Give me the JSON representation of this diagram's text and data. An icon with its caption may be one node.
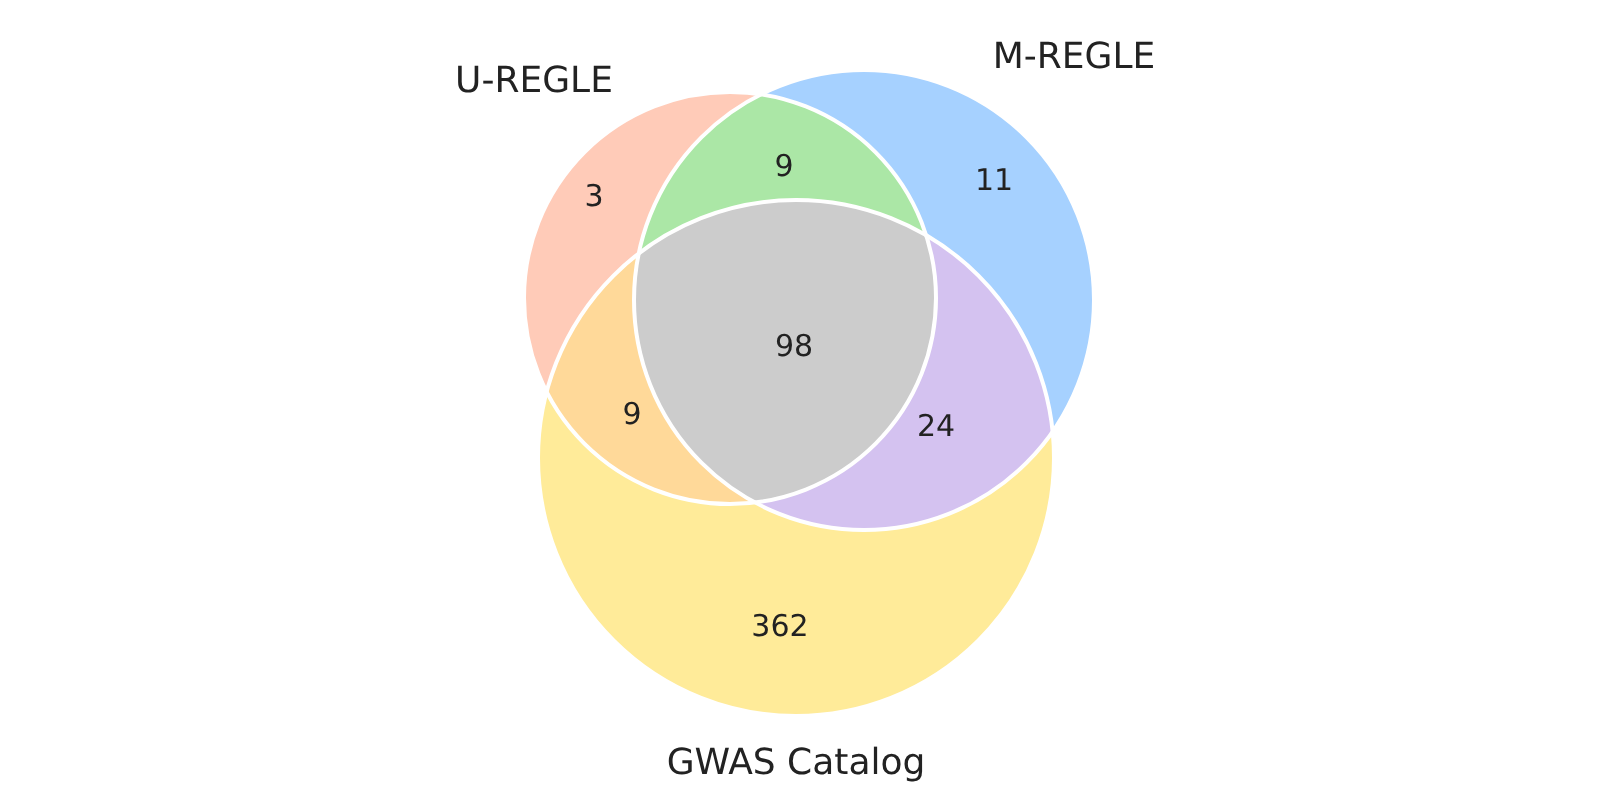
{
  "diagram": {
    "nodes": [
      {
        "text": [
          "U-REGLE"
        ]
      },
      {
        "text": [
          "M-REGLE"
        ]
      },
      {
        "text": [
          "GWAS Catalog"
        ]
      }
    ],
    "labels": [
      "9",
      "3",
      "11",
      "98",
      "9",
      "24",
      "362"
    ]
  }
}
